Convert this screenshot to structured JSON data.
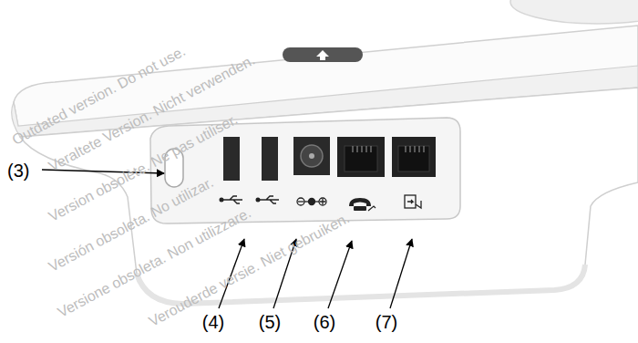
{
  "diagram": {
    "labels": [
      "(3)",
      "(4)",
      "(5)",
      "(6)",
      "(7)",
      "Outdated version. Do not use.",
      "Veraltete Version. Nicht verwenden.",
      "Version obsolète. Ne pas utiliser.",
      "Versión obsoleta. No utilizar.",
      "Versione obsoleta. Non utilizzare.",
      "Verouderde versie. Niet gebruiken."
    ]
  }
}
